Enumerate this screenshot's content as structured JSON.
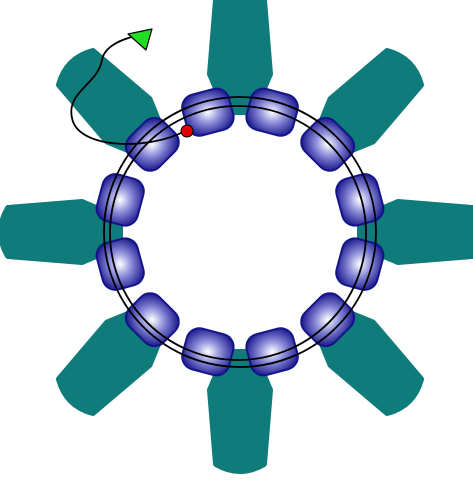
{
  "diagram": {
    "colors": {
      "background": "#ffffff",
      "petal": "#0f7b7b",
      "bead_dark": "#14148a",
      "bead_light": "#ffffff",
      "thread": "#000000",
      "start_marker": "#e00000",
      "end_arrow": "#22dd22"
    },
    "petal_count": 8,
    "bead_count": 12,
    "thread_loops": 2,
    "start_marker_icon": "red-dot-start",
    "end_marker_icon": "green-arrow-end"
  }
}
